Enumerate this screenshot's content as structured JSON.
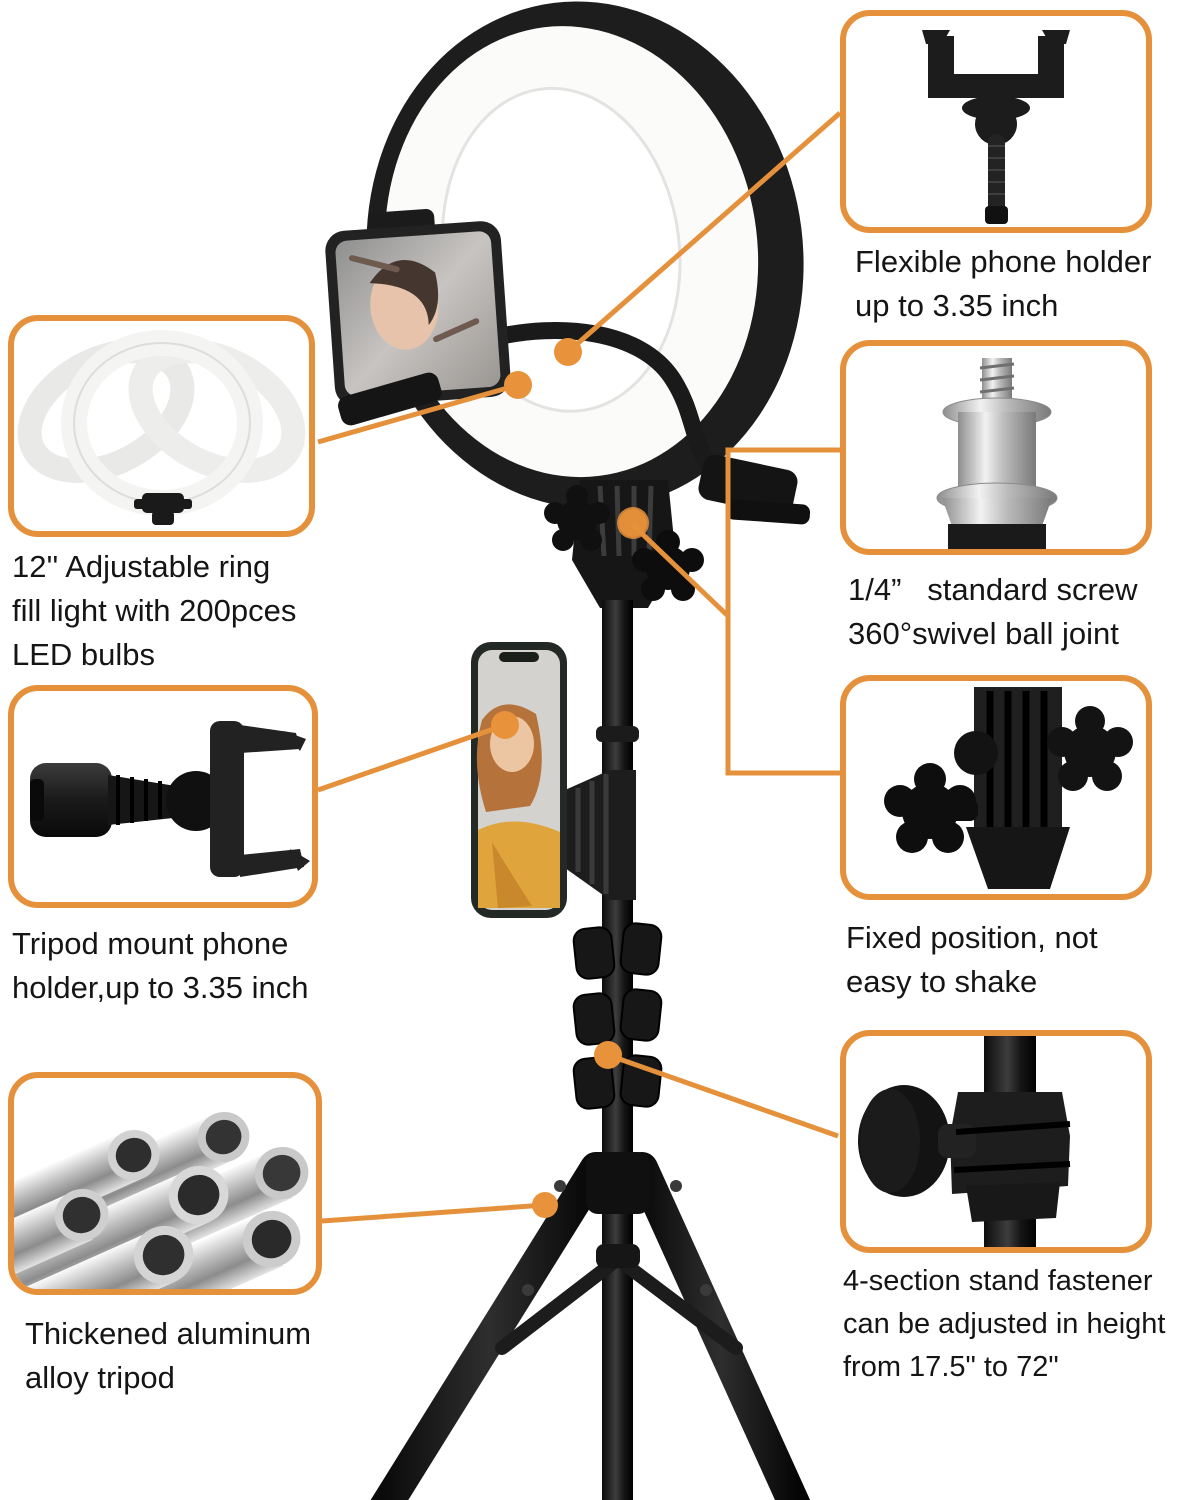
{
  "accent": "#E5913C",
  "text_color": "#151515",
  "callouts": {
    "flexible": {
      "image": "flexible-phone-holder",
      "lines": [
        "Flexible phone holder",
        "up to 3.35 inch"
      ]
    },
    "ring": {
      "image": "adjustable-ring-light",
      "lines": [
        "12'' Adjustable ring",
        "fill light with 200pces",
        "LED bulbs"
      ]
    },
    "screw": {
      "image": "quarter-inch-screw",
      "lines": [
        "1/4”   standard screw",
        "360°swivel ball joint"
      ]
    },
    "tripod_mount": {
      "image": "tripod-mount-phone-holder",
      "lines": [
        "Tripod mount phone",
        "holder,up to 3.35 inch"
      ]
    },
    "fixed": {
      "image": "fixed-position-bracket",
      "lines": [
        "Fixed position, not",
        "easy to shake"
      ]
    },
    "aluminum": {
      "image": "aluminum-alloy-tubes",
      "lines": [
        "Thickened aluminum",
        "alloy tripod"
      ]
    },
    "fastener": {
      "image": "four-section-stand-fastener",
      "lines": [
        "4-section stand fastener",
        "can be adjusted in height",
        "from 17.5\" to 72\""
      ]
    }
  }
}
